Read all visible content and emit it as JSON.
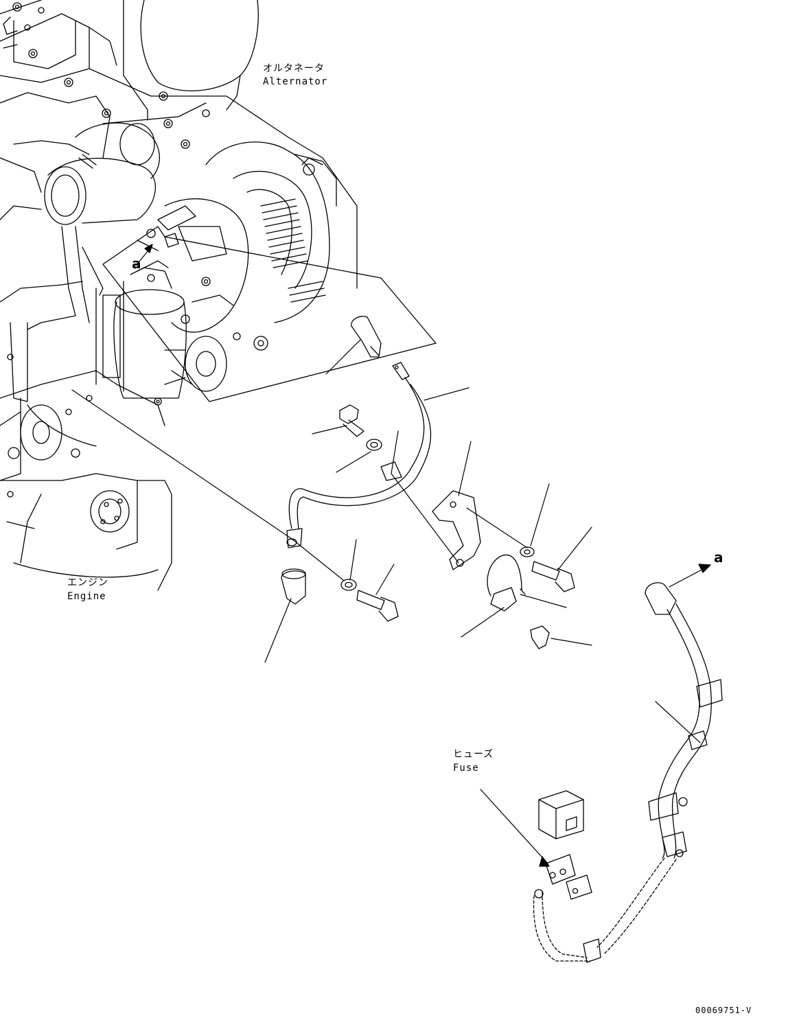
{
  "labels": {
    "alternator": {
      "jp": "オルタネータ",
      "en": "Alternator"
    },
    "engine": {
      "jp": "エンジン",
      "en": "Engine"
    },
    "fuse": {
      "jp": "ヒューズ",
      "en": "Fuse"
    }
  },
  "callouts": {
    "detail_a_top": "a",
    "detail_a_right": "a"
  },
  "document_id": "00069751-V",
  "colors": {
    "line": "#000000",
    "background": "#ffffff"
  }
}
